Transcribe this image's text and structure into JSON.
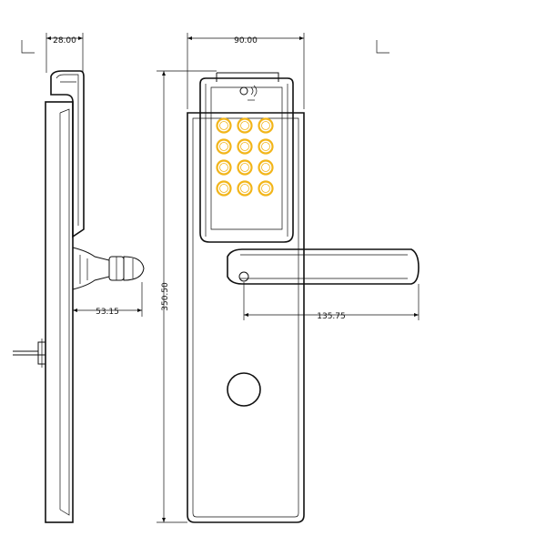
{
  "drawing": {
    "side_view": {
      "width_dim": "28.00",
      "handle_projection_dim": "53.15"
    },
    "front_view": {
      "width_dim": "90.00",
      "height_dim": "350.50",
      "handle_length_dim": "135.75"
    },
    "keypad": {
      "rows": 4,
      "cols": 3,
      "key_color": "#f2b51a"
    },
    "line_color": "#111111"
  }
}
